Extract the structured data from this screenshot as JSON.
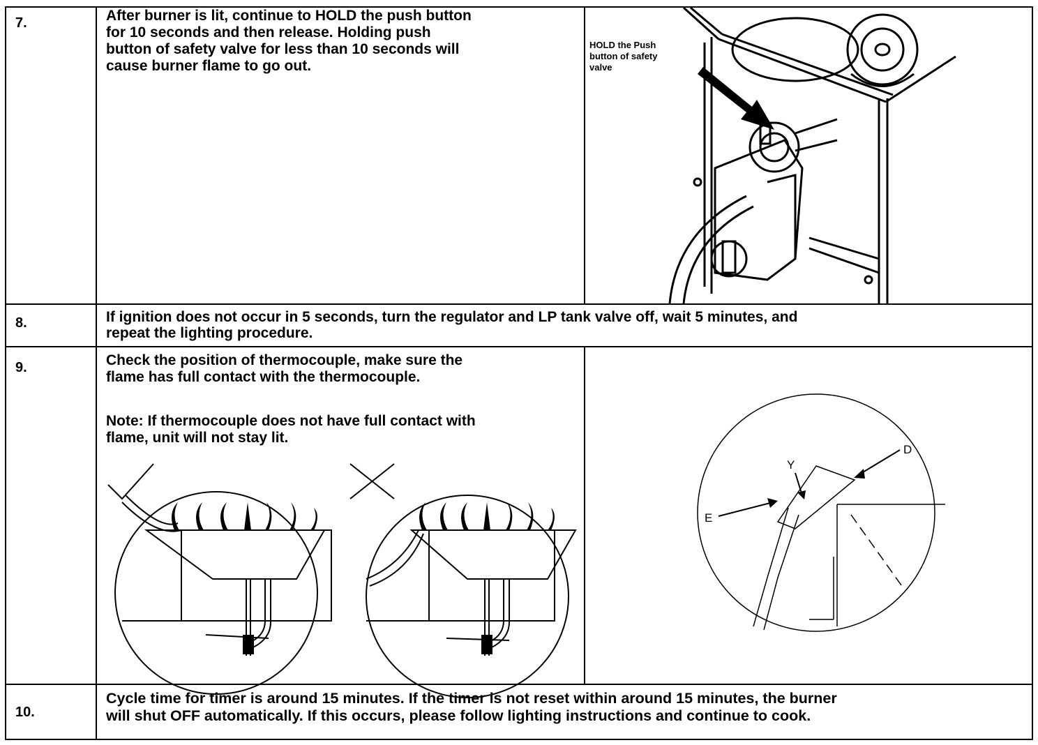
{
  "steps": {
    "s7": {
      "number": "7.",
      "line1": "After burner is lit, continue to HOLD the push button",
      "line2": "for 10 seconds and then release. Holding push",
      "line3": "button of safety valve for less than 10 seconds will",
      "line4": "cause burner flame to go out.",
      "callout1": "HOLD the Push",
      "callout2": "button of safety",
      "callout3": "valve"
    },
    "s8": {
      "number": "8.",
      "line1": "If ignition does not occur in 5 seconds, turn the regulator and LP tank valve off, wait 5 minutes, and",
      "line2": "repeat the lighting procedure."
    },
    "s9": {
      "number": "9.",
      "line1": "Check the position of thermocouple, make sure the",
      "line2": "flame has full contact with the thermocouple.",
      "note1": "Note: If thermocouple does not have full contact with",
      "note2": "flame, unit will not stay lit.",
      "label_d": "D",
      "label_y": "Y",
      "label_e": "E"
    },
    "s10": {
      "number": "10.",
      "line1": "Cycle time for timer is around 15 minutes. If the timer is not reset within around 15 minutes, the burner",
      "line2": "will shut OFF automatically. If this occurs, please follow lighting instructions and continue to cook."
    }
  }
}
